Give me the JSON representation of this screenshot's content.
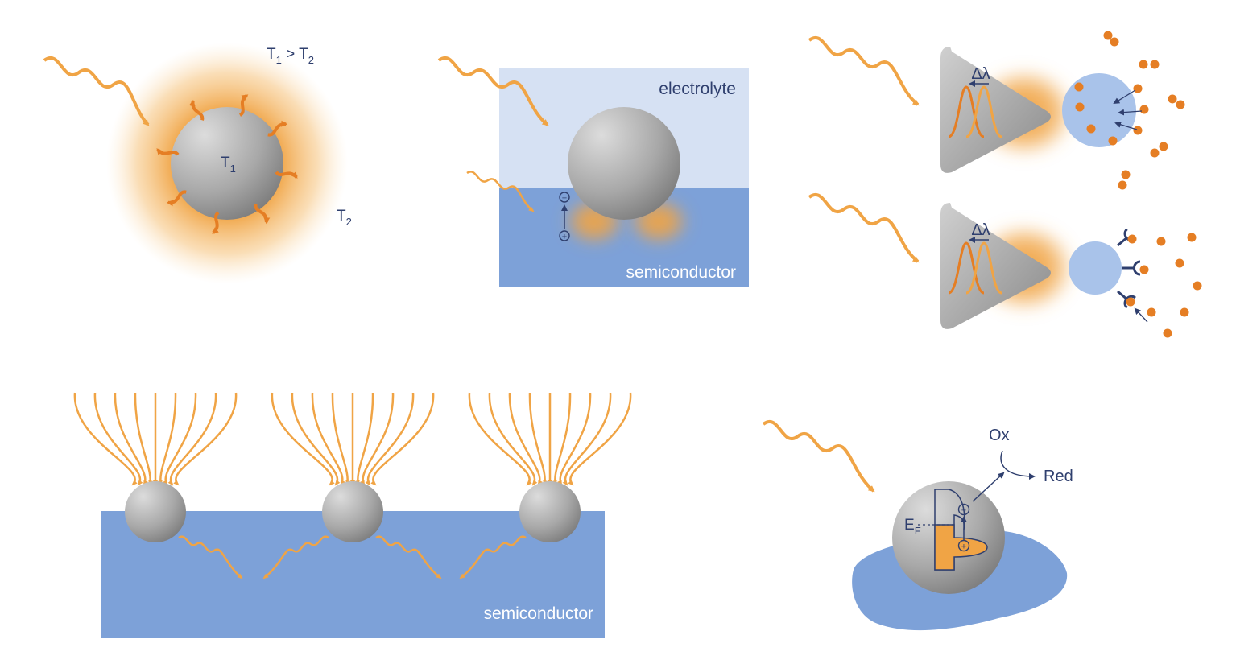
{
  "panel_thermal": {
    "t1": "T",
    "t1_sub": "1",
    "relation_t1": "T",
    "relation_t1_sub": "1",
    "relation_op": " > ",
    "relation_t2": "T",
    "relation_t2_sub": "2",
    "t2": "T",
    "t2_sub": "2"
  },
  "panel_electrolyte": {
    "electrolyte_label": "electrolyte",
    "semiconductor_label": "semiconductor",
    "minus": "−",
    "plus": "+"
  },
  "panel_sensing": {
    "shift_label_top": "Δλ",
    "shift_label_bottom": "Δλ"
  },
  "panel_array": {
    "semiconductor_label": "semiconductor"
  },
  "panel_redox": {
    "ox_label": "Ox",
    "red_label": "Red",
    "fermi_label": "E",
    "fermi_sub": "F",
    "minus": "−",
    "plus": "+"
  },
  "colors": {
    "orange": "#f0a445",
    "dark_orange": "#e57e24",
    "navy": "#2f3f6e",
    "light_blue": "#d6e1f3",
    "mid_blue": "#7da1d8",
    "sphere_light": "#d9d9d9",
    "sphere_dark": "#7f7f7f"
  }
}
